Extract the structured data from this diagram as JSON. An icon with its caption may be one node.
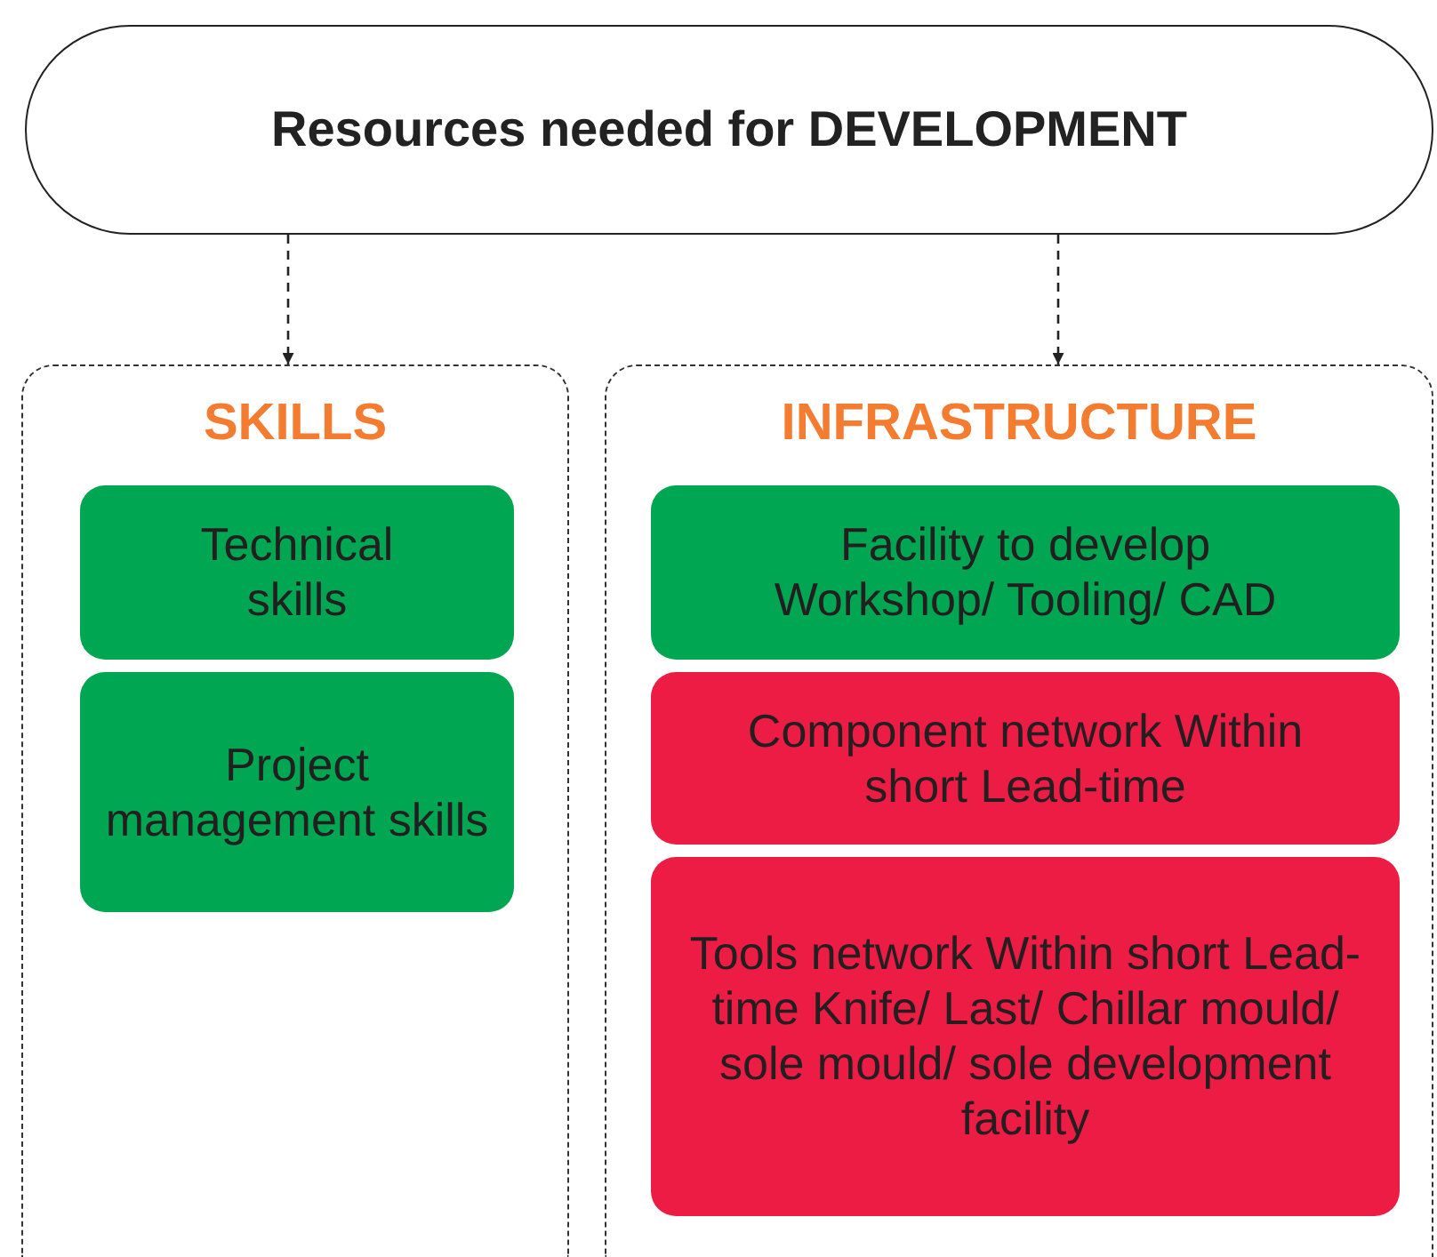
{
  "diagram": {
    "nodes": [
      {
        "text": [
          "Resources needed for DEVELOPMENT"
        ]
      },
      {
        "text": [
          "SKILLS"
        ]
      },
      {
        "text": [
          "Technical skills"
        ],
        "in": 1
      },
      {
        "text": [
          "Project management skills"
        ],
        "in": 1
      },
      {
        "text": [
          "INFRASTRUCTURE"
        ]
      },
      {
        "text": [
          "Facility to develop Workshop/ Tooling/ CAD"
        ],
        "in": 4
      },
      {
        "text": [
          "Component network Within short Lead-time"
        ],
        "in": 4
      },
      {
        "text": [
          "Tools network Within short Lead-time Knife/ Last/ Chillar mould/ sole mould/ sole development facility"
        ],
        "in": 4
      }
    ],
    "edges": [
      {
        "from": 0,
        "to": 1,
        "arrow": "to",
        "style": "dashed"
      },
      {
        "from": 0,
        "to": 4,
        "arrow": "to",
        "style": "dashed"
      }
    ]
  }
}
